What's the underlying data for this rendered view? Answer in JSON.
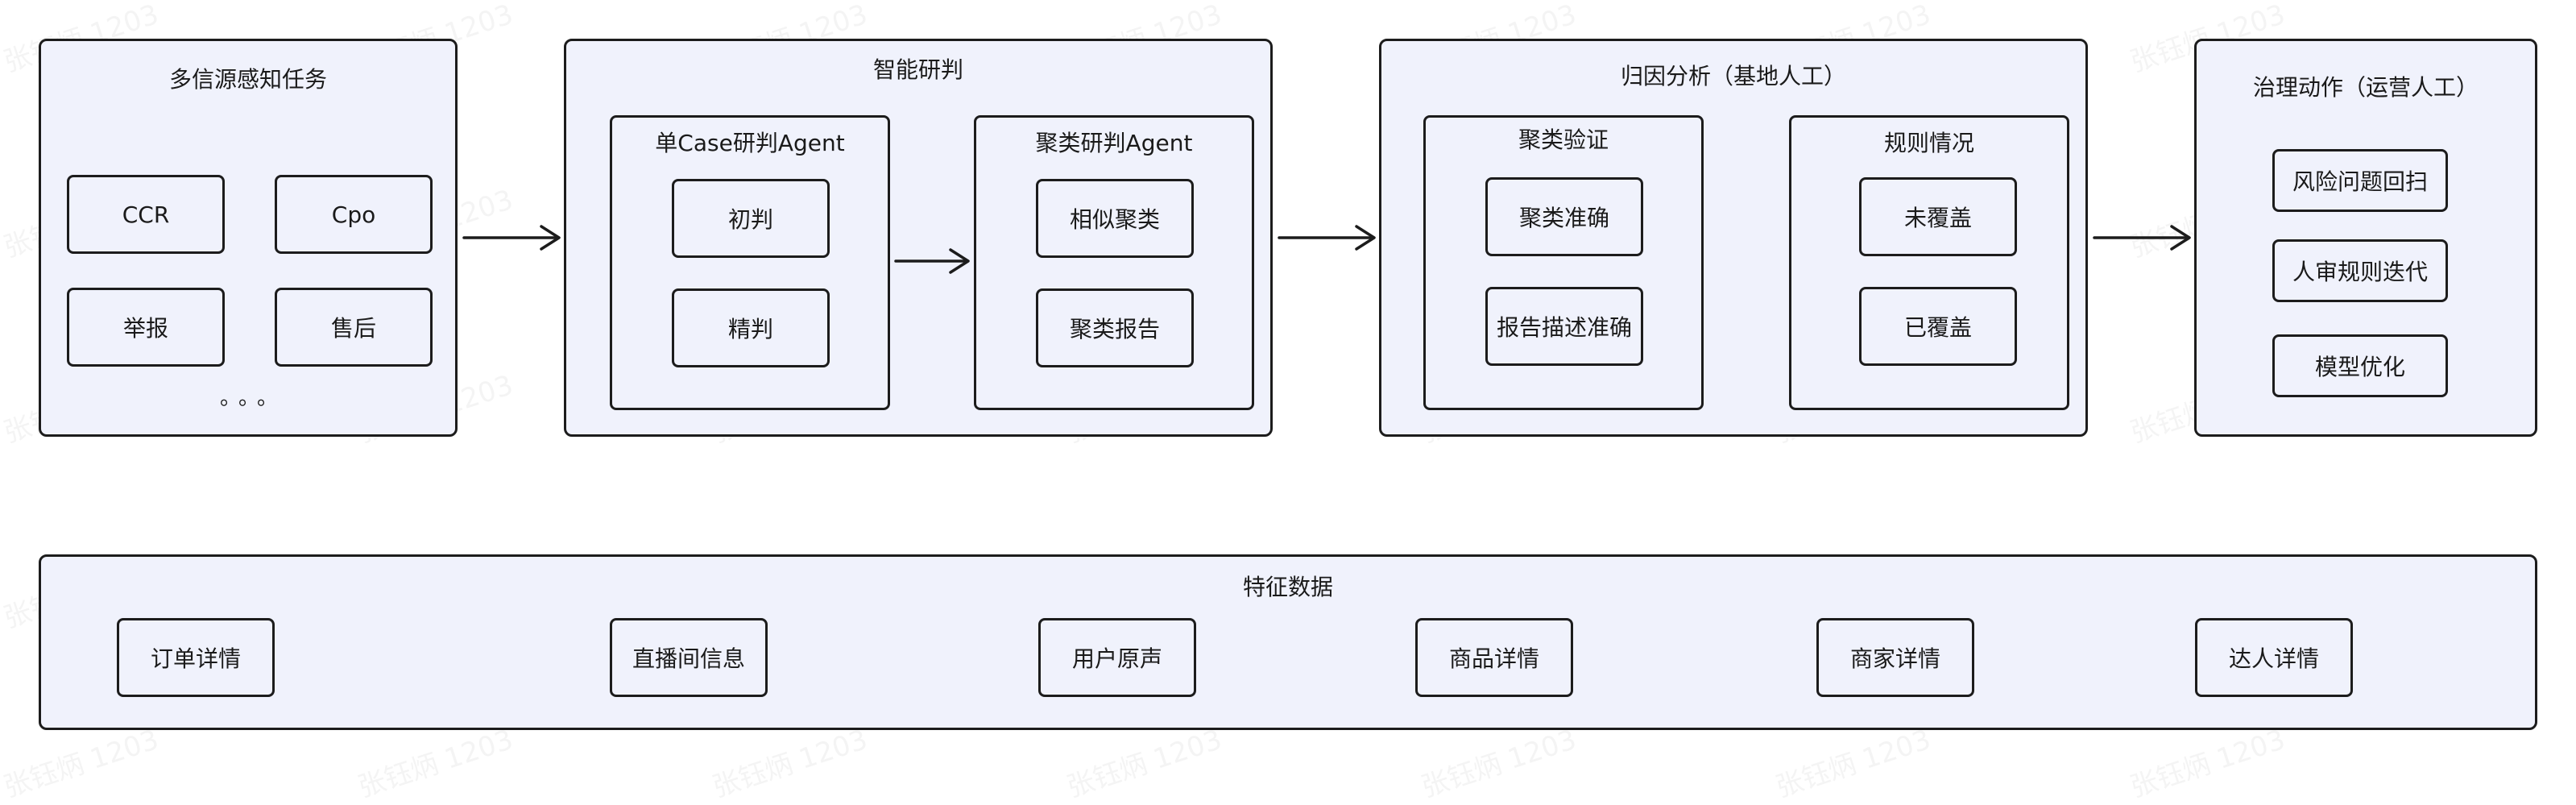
{
  "watermark": "张钰炳 1203",
  "sources": {
    "title": "多信源感知任务",
    "items": [
      "CCR",
      "Cpo",
      "举报",
      "售后"
    ],
    "more": "。。。"
  },
  "judgment": {
    "title": "智能研判",
    "single": {
      "title": "单Case研判Agent",
      "items": [
        "初判",
        "精判"
      ]
    },
    "cluster": {
      "title": "聚类研判Agent",
      "items": [
        "相似聚类",
        "聚类报告"
      ]
    }
  },
  "attribution": {
    "title": "归因分析（基地人工）",
    "verify": {
      "title": "聚类验证",
      "items": [
        "聚类准确",
        "报告描述准确"
      ]
    },
    "rules": {
      "title": "规则情况",
      "items": [
        "未覆盖",
        "已覆盖"
      ]
    }
  },
  "governance": {
    "title": "治理动作（运营人工）",
    "items": [
      "风险问题回扫",
      "人审规则迭代",
      "模型优化"
    ]
  },
  "features": {
    "title": "特征数据",
    "items": [
      "订单详情",
      "直播间信息",
      "用户原声",
      "商品详情",
      "商家详情",
      "达人详情"
    ]
  }
}
